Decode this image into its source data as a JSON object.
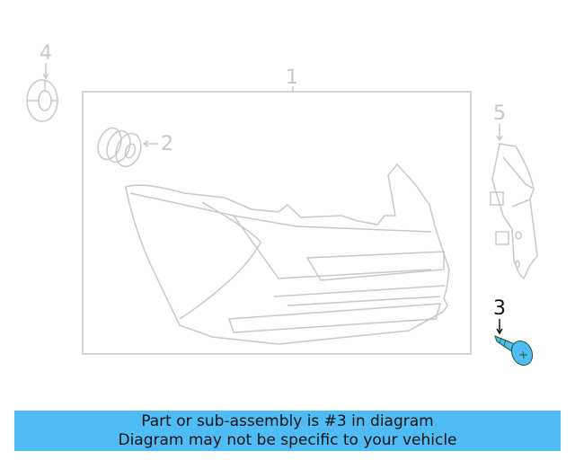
{
  "diagram": {
    "callouts": [
      {
        "number": "1",
        "part": "tail-lamp-assembly",
        "highlighted": false
      },
      {
        "number": "2",
        "part": "grommet",
        "highlighted": false
      },
      {
        "number": "3",
        "part": "screw",
        "highlighted": true
      },
      {
        "number": "4",
        "part": "socket-seal",
        "highlighted": false
      },
      {
        "number": "5",
        "part": "bracket",
        "highlighted": false
      }
    ],
    "colors": {
      "line": "#c8c8c8",
      "highlight": "#4fbcf5",
      "highlight_outline": "#1a5a2a"
    }
  },
  "banner": {
    "line1": "Part or sub-assembly is #3 in diagram",
    "line2": "Diagram may not be specific to your vehicle",
    "background": "#4fbcf5"
  }
}
